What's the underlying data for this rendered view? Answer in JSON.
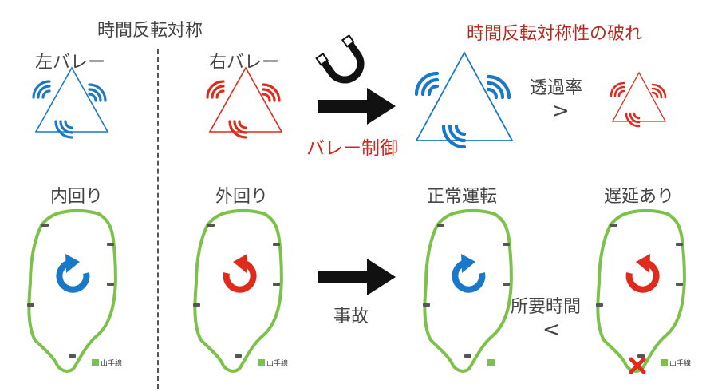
{
  "headings": {
    "symmetry": "時間反転対称",
    "symmetry_breaking": "時間反転対称性の破れ"
  },
  "valleys": {
    "left": "左バレー",
    "right": "右バレー"
  },
  "control_label": "バレー制御",
  "transmittance": {
    "label": "透過率",
    "relation": ">"
  },
  "loops": {
    "inner": "内回り",
    "outer": "外回り",
    "normal": "正常運転",
    "delayed": "遅延あり"
  },
  "accident_label": "事故",
  "travel_time": {
    "label": "所要時間",
    "relation": "<"
  },
  "line_legend": "山手線",
  "colors": {
    "blue": "#1a78c8",
    "red": "#e02a1c",
    "line_green": "#7cc24a",
    "dark_red": "#b52a20"
  },
  "icons": [
    "magnet-icon",
    "right-arrow-icon",
    "clockwise-arrow-icon",
    "counterclockwise-arrow-icon",
    "cross-icon"
  ]
}
